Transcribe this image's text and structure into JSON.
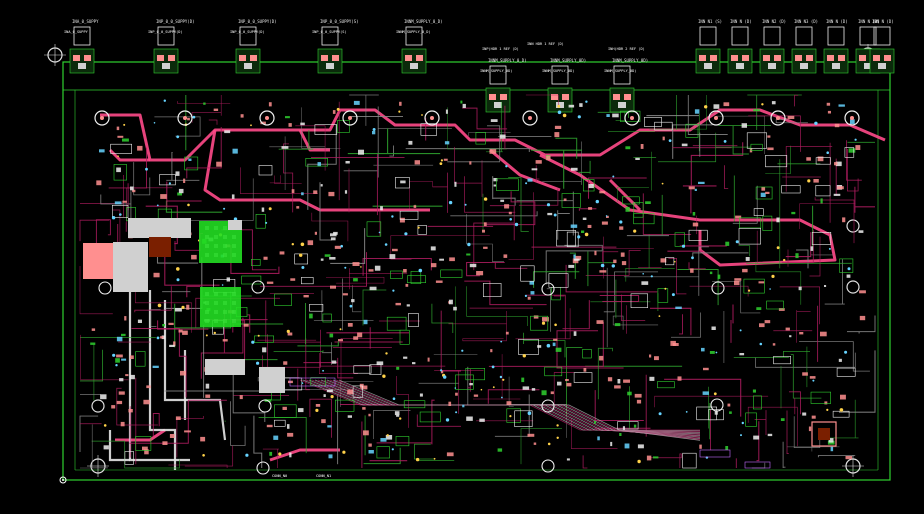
{
  "title": "PCB layout view",
  "colors": {
    "background": "#000000",
    "outline": "#2fd02f",
    "power_trace": "#ff4a8a",
    "signal_trace": "#b01c60",
    "silk": "#f0f0f0",
    "pad": "#ff8f8f",
    "copper_fill": "#7a1f00",
    "green_fill": "#22dd22",
    "gray_fill": "#d0d0d0",
    "via": "#66d3ff"
  },
  "connectors": {
    "top_left": [
      {
        "label": "INA_0_SUPPY",
        "sub": "INA_0_SUPPY"
      },
      {
        "label": "INP_0_0_SUPPY(D)",
        "sub": "INP_0_0_SUPPY(D)"
      },
      {
        "label": "INP_0_0_SUPPY(D)",
        "sub": "INP_0_0_SUPPY(D)"
      },
      {
        "label": "INP_0_0_SUPPY(S)",
        "sub": "INP_0_0_SUPPY(S)"
      },
      {
        "label": "INNM_SUPPLY_0_D)",
        "sub": "INNM_SUPPLY_0_D)"
      }
    ],
    "top_mid": [
      {
        "label": "INNM_SUPPLY_0_D)",
        "sub": "INNM_SUPPLY_0D)"
      },
      {
        "label": "INNM_SUPPLY_0D)",
        "sub": "INNM_SUPPLY_0D)"
      },
      {
        "label": "INNM_SUPPLY_0D)",
        "sub": "INNM_SUPPLY_0D)"
      }
    ],
    "top_right": [
      {
        "label": "INN N1 (S)"
      },
      {
        "label": "INN N (D)"
      },
      {
        "label": "INN N2 (D)"
      },
      {
        "label": "INN N3 (D)"
      },
      {
        "label": "INN N (D)"
      },
      {
        "label": "INN N (D)"
      },
      {
        "label": "INN N (D)"
      }
    ]
  },
  "net_labels": [
    "INP(HDR 1 REF (D)",
    "INN HDR 1 REF (D)",
    "INH(HDR 2 REF (D)"
  ],
  "bottom_labels": [
    "CONN_N0",
    "CONN_N1"
  ]
}
